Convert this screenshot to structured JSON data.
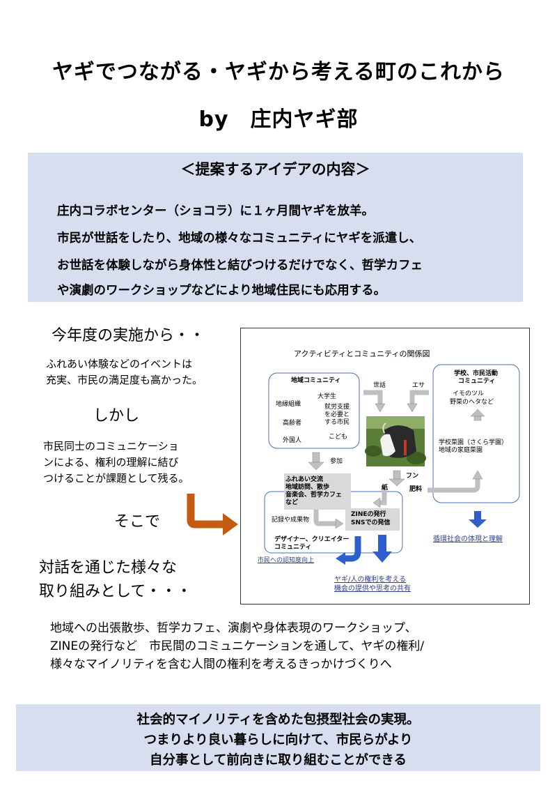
{
  "title": {
    "line1": "ヤギでつながる・ヤギから考える町のこれから",
    "line2": "by　庄内ヤギ部"
  },
  "proposal": {
    "heading": "＜提案するアイデアの内容＞",
    "lines": [
      "庄内コラボセンター（ショコラ）に１ヶ月間ヤギを放羊。",
      "市民が世話をしたり、地域の様々なコミュニティにヤギを派遣し、",
      "お世話を体験しながら身体性と結びつけるだけでなく、哲学カフェ",
      "や演劇のワークショップなどにより地域住民にも応用する。"
    ]
  },
  "left": {
    "heading1": "今年度の実施から・・",
    "text1": [
      "ふれあい体験などのイベントは",
      "充実、市民の満足度も高かった。"
    ],
    "however": "しかし",
    "text2": [
      "市民同士のコミュニケーショ",
      "ンによる、権利の理解に結び",
      "つけることが課題として残る。"
    ],
    "therefore": "そこで",
    "heading2": [
      "対話を通じた様々な",
      "取り組みとして・・・"
    ]
  },
  "diagram": {
    "title": "アクティビティとコミュニティの関係図",
    "community_box": {
      "title": "地域コミュニティ",
      "items": [
        "大学生",
        "地縁組織",
        "就労支援",
        "を必要と",
        "する市民",
        "高齢者",
        "こども",
        "外国人"
      ]
    },
    "school_box": {
      "title1": "学校、市民活動",
      "title2": "コミュニティ",
      "items": [
        "イモのツル",
        "野菜のヘタなど",
        "学校菜園（さくら学園）",
        "地域の家庭菜園"
      ]
    },
    "labels": {
      "care": "世話",
      "feed": "エサ",
      "join": "参加",
      "dung": "フン",
      "paper": "紙",
      "fertilizer": "肥料"
    },
    "activities": [
      "ふれあい交流",
      "地域訪問、散歩",
      "音楽会、哲学カフェ",
      "など"
    ],
    "records": "記録や成果物",
    "zine": [
      "ZINEの発行",
      "SNSでの発信"
    ],
    "designers": [
      "デザイナー、クリエイター",
      "コミュニティ"
    ],
    "outcomes": {
      "awareness": "市民への認知度向上",
      "rights": [
        "ヤギ/人の権利を考える",
        "機会の提供や思考の共有"
      ],
      "circular": "循環社会の体現と理解"
    },
    "colors": {
      "blue_arrow": "#2f5fcf",
      "box_border": "#4a6fb5",
      "gray_arrow": "#bfbfbf",
      "orange_arrow": "#c55a11"
    }
  },
  "bottom": {
    "lines": [
      "地域への出張散歩、哲学カフェ、演劇や身体表現のワークショップ、",
      "ZINEの発行など　市民間のコミュニケーションを通して、ヤギの権利/",
      "様々なマイノリティを含む人間の権利を考えるきっかけづくりへ"
    ]
  },
  "conclusion": {
    "lines": [
      "社会的マイノリティを含めた包摂型社会の実現。",
      "つまりより良い暮らしに向けて、市民らがより",
      "自分事として前向きに取り組むことができる"
    ]
  }
}
